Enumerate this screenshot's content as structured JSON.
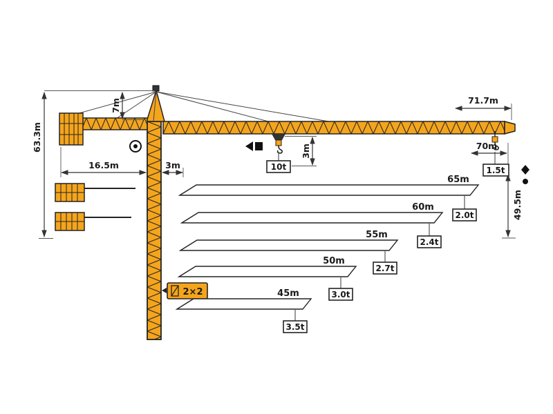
{
  "diagram": {
    "dims": {
      "total_height": "63.3m",
      "apex_height": "7m",
      "counter_radius": "16.5m",
      "rear_offset": "3m",
      "hook_drop": "3m",
      "max_radius": "71.7m",
      "tip_hook_radius": "70m",
      "tip_hook_height": "49.5m"
    },
    "loads": {
      "max_load": "10t",
      "tip_load": "1.5t"
    },
    "reeving": "2×2"
  },
  "jib_variants": [
    {
      "length": "65m",
      "tip_load": "2.0t"
    },
    {
      "length": "60m",
      "tip_load": "2.4t"
    },
    {
      "length": "55m",
      "tip_load": "2.7t"
    },
    {
      "length": "50m",
      "tip_load": "3.0t"
    },
    {
      "length": "45m",
      "tip_load": "3.5t"
    }
  ]
}
